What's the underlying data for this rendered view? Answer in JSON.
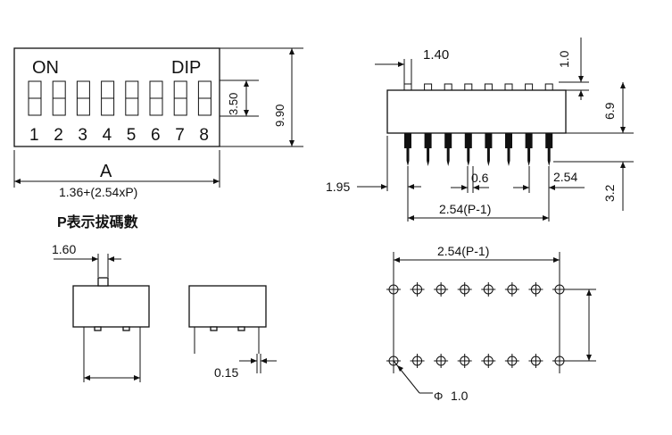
{
  "top_view": {
    "label_on": "ON",
    "label_dip": "DIP",
    "switch_numbers": [
      "1",
      "2",
      "3",
      "4",
      "5",
      "6",
      "7",
      "8"
    ],
    "dim_switch_height": "3.50",
    "dim_total_height": "9.90",
    "dim_length_symbol": "A",
    "dim_length_formula": "1.36+(2.54xP)",
    "note_positions": "P表示拔碼數"
  },
  "side_view": {
    "dim_pin_width": "1.40",
    "dim_top_height": "1.0",
    "dim_body_height": "6.9",
    "dim_pin_length": "3.2",
    "dim_edge_offset": "1.95",
    "dim_pin_thickness": "0.6",
    "dim_pitch": "2.54",
    "dim_span": "2.54(P-1)"
  },
  "end_view": {
    "dim_actuator": "1.60",
    "dim_lead": "0.15"
  },
  "footprint": {
    "dim_span": "2.54(P-1)",
    "dim_hole": "1.0",
    "diameter_symbol": "Φ"
  }
}
